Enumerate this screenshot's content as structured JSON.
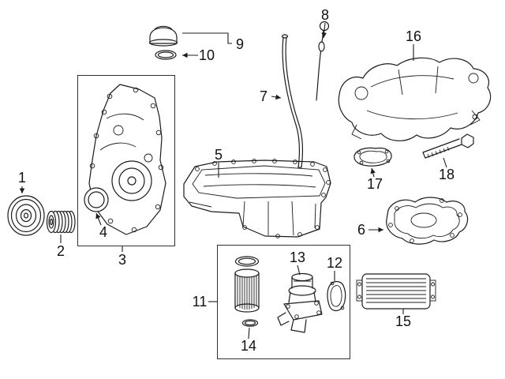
{
  "colors": {
    "background": "#ffffff",
    "line": "#1c1c1c",
    "cap_fill": "#c9c9c9",
    "cap_brim_fill": "#bdbdbd",
    "dipstick_grip": "#c98a4b"
  },
  "diagram": {
    "kind": "exploded-parts-diagram",
    "callouts": [
      {
        "num": "1"
      },
      {
        "num": "2"
      },
      {
        "num": "3"
      },
      {
        "num": "4"
      },
      {
        "num": "5"
      },
      {
        "num": "6"
      },
      {
        "num": "7"
      },
      {
        "num": "8"
      },
      {
        "num": "9"
      },
      {
        "num": "10"
      },
      {
        "num": "11"
      },
      {
        "num": "12"
      },
      {
        "num": "13"
      },
      {
        "num": "14"
      },
      {
        "num": "15"
      },
      {
        "num": "16"
      },
      {
        "num": "17"
      },
      {
        "num": "18"
      }
    ]
  }
}
